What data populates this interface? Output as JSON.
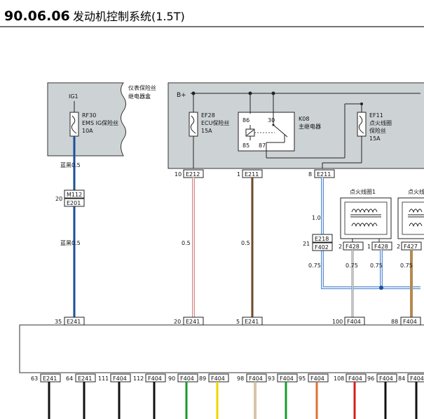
{
  "header": {
    "code": "90.06.06",
    "title": "发动机控制系统(1.5T)"
  },
  "colors": {
    "box_fill": "#cdd3d5",
    "wire_blue": "#1d4f9a",
    "wire_light_blue": "#5a8fd6",
    "wire_brown": "#6b4a2b",
    "wire_pink": "#d98a8a",
    "wire_tan": "#b38a55",
    "wire_green": "#1a9a2a",
    "wire_yellow": "#e8d800",
    "wire_red": "#d51e1e",
    "wire_orange": "#e07030",
    "wire_black": "#111111",
    "wire_gray": "#8a8a8a"
  },
  "left_box": {
    "caption_1": "仪表保险丝",
    "caption_2": "继电器盒",
    "supply": "IG1",
    "fuse_id": "RF30",
    "fuse_name": "EMS IG保险丝",
    "fuse_rating": "10A"
  },
  "right_box": {
    "supply": "B+",
    "fuse1_id": "EF28",
    "fuse1_name": "ECU保险丝",
    "fuse1_rating": "15A",
    "relay_id": "K08",
    "relay_name": "主继电器",
    "relay_pin_86": "86",
    "relay_pin_30": "30",
    "relay_pin_85": "85",
    "relay_pin_87": "87",
    "fuse2_id": "EF11",
    "fuse2_name_1": "点火线圈",
    "fuse2_name_2": "保险丝",
    "fuse2_rating": "15A"
  },
  "wire_labels": {
    "w1_a": "蓝黑0.5",
    "w1_b": "蓝黑0.5",
    "w2": "0.5",
    "w3": "0.5",
    "w4_a": "1.0",
    "w4_b": "0.75",
    "w5": "0.75",
    "w6": "0.75",
    "w7": "0.75"
  },
  "connectors": {
    "c_m112": "M112",
    "c_e201": "E201",
    "c_e201_pin": "20",
    "c_e212": "E212",
    "c_e212_pin": "10",
    "c_e211a": "E211",
    "c_e211a_pin": "1",
    "c_e211b": "E211",
    "c_e211b_pin": "8",
    "c_e218": "E218",
    "c_f402": "F402",
    "c_f402_pin": "21",
    "c_f428a": "F428",
    "c_f428a_pin": "2",
    "c_f428b": "F428",
    "c_f428b_pin": "1",
    "c_f427": "F427",
    "c_f427_pin": "2"
  },
  "coils": {
    "coil1": "点火线圈1",
    "coil2": "点火线"
  },
  "ecu_top": [
    {
      "pin": "35",
      "code": "E241"
    },
    {
      "pin": "20",
      "code": "E241"
    },
    {
      "pin": "5",
      "code": "E241"
    },
    {
      "pin": "100",
      "code": "F404"
    },
    {
      "pin": "88",
      "code": "F404"
    }
  ],
  "ecu_bottom": [
    {
      "pin": "63",
      "code": "E241"
    },
    {
      "pin": "64",
      "code": "E241"
    },
    {
      "pin": "111",
      "code": "F404"
    },
    {
      "pin": "112",
      "code": "F404"
    },
    {
      "pin": "90",
      "code": "F404"
    },
    {
      "pin": "89",
      "code": "F404"
    },
    {
      "pin": "98",
      "code": "F404"
    },
    {
      "pin": "93",
      "code": "F404"
    },
    {
      "pin": "95",
      "code": "F404"
    },
    {
      "pin": "108",
      "code": "F404"
    },
    {
      "pin": "96",
      "code": "F404"
    },
    {
      "pin": "84",
      "code": "F404"
    }
  ]
}
